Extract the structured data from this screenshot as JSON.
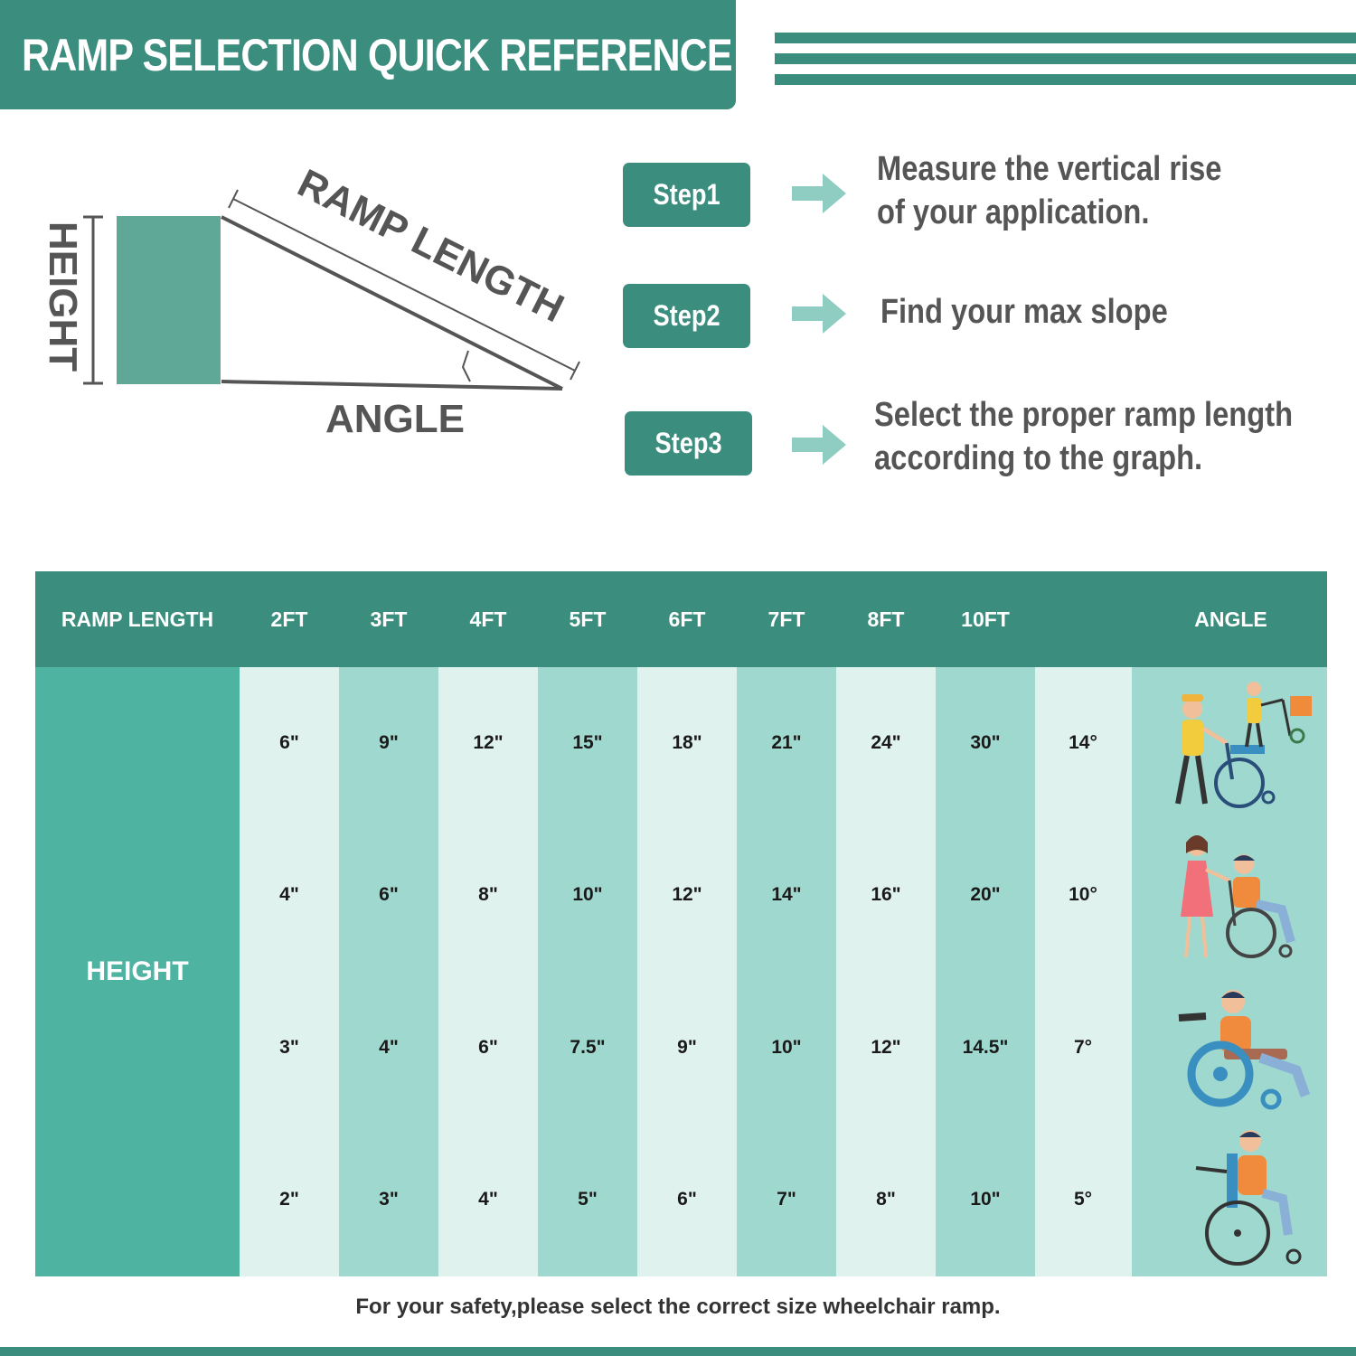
{
  "title": "RAMP SELECTION QUICK REFERENCE",
  "diagram": {
    "height_label": "HEIGHT",
    "ramp_length_label": "RAMP LENGTH",
    "angle_label": "ANGLE"
  },
  "steps": [
    {
      "label": "Step1",
      "text_lines": [
        "Measure the vertical rise",
        "of your application."
      ]
    },
    {
      "label": "Step2",
      "text_lines": [
        "Find your max slope"
      ]
    },
    {
      "label": "Step3",
      "text_lines": [
        "Select the proper ramp length",
        "according to the graph."
      ]
    }
  ],
  "table": {
    "header_first": "RAMP LENGTH",
    "lengths": [
      "2FT",
      "3FT",
      "4FT",
      "5FT",
      "6FT",
      "7FT",
      "8FT",
      "10FT"
    ],
    "header_last": "ANGLE",
    "row_label": "HEIGHT",
    "rows": [
      {
        "heights": [
          "6\"",
          "9\"",
          "12\"",
          "15\"",
          "18\"",
          "21\"",
          "24\"",
          "30\""
        ],
        "angle": "14°",
        "illustration": "helpers-pushing-wheelchair-and-cart"
      },
      {
        "heights": [
          "4\"",
          "6\"",
          "8\"",
          "10\"",
          "12\"",
          "14\"",
          "16\"",
          "20\""
        ],
        "angle": "10°",
        "illustration": "woman-assisting-man-in-wheelchair"
      },
      {
        "heights": [
          "3\"",
          "4\"",
          "6\"",
          "7.5\"",
          "9\"",
          "10\"",
          "12\"",
          "14.5\""
        ],
        "angle": "7°",
        "illustration": "man-in-wheelchair-reclined"
      },
      {
        "heights": [
          "2\"",
          "3\"",
          "4\"",
          "5\"",
          "6\"",
          "7\"",
          "8\"",
          "10\""
        ],
        "angle": "5°",
        "illustration": "man-in-wheelchair-side"
      }
    ]
  },
  "footer": "For your safety,please select the correct size wheelchair ramp.",
  "colors": {
    "brand": "#3b8d7e",
    "height_column": "#4fb3a2",
    "light_column": "#dff2ee",
    "medium_column": "#9fd8ce",
    "arrow": "#8fccc1"
  }
}
